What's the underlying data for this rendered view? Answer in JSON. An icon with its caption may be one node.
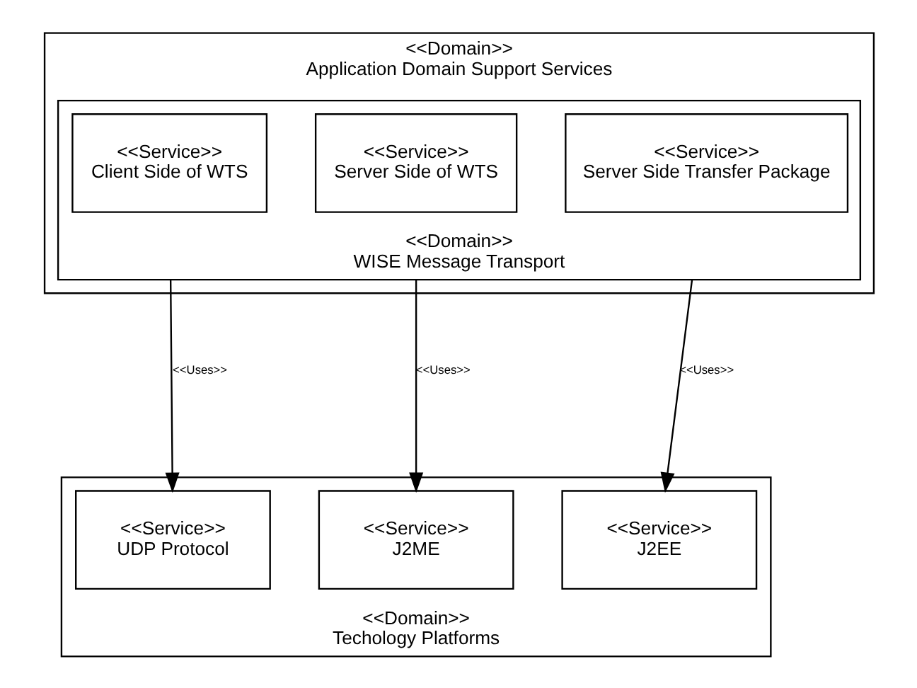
{
  "diagram": {
    "nodes": [
      {
        "text": [
          "<<Domain>>",
          "Application Domain Support Services"
        ]
      },
      {
        "text": [
          "<<Domain>>",
          "WISE Message Transport"
        ],
        "in": 0
      },
      {
        "text": [
          "<<Service>>",
          "Client Side of WTS"
        ],
        "in": 1
      },
      {
        "text": [
          "<<Service>>",
          "Server Side of WTS"
        ],
        "in": 1
      },
      {
        "text": [
          "<<Service>>",
          "Server Side Transfer Package"
        ],
        "in": 1
      },
      {
        "text": [
          "<<Domain>>",
          "Techology Platforms"
        ]
      },
      {
        "text": [
          "<<Service>>",
          "UDP Protocol"
        ],
        "in": 5
      },
      {
        "text": [
          "<<Service>>",
          "J2ME"
        ],
        "in": 5
      },
      {
        "text": [
          "<<Service>>",
          "J2EE"
        ],
        "in": 5
      }
    ],
    "edges": [
      {
        "from": 1,
        "to": 6,
        "arrow": "to",
        "label": "<<Uses>>"
      },
      {
        "from": 1,
        "to": 7,
        "arrow": "to",
        "label": "<<Uses>>"
      },
      {
        "from": 1,
        "to": 8,
        "arrow": "to",
        "label": "<<Uses>>"
      }
    ]
  }
}
